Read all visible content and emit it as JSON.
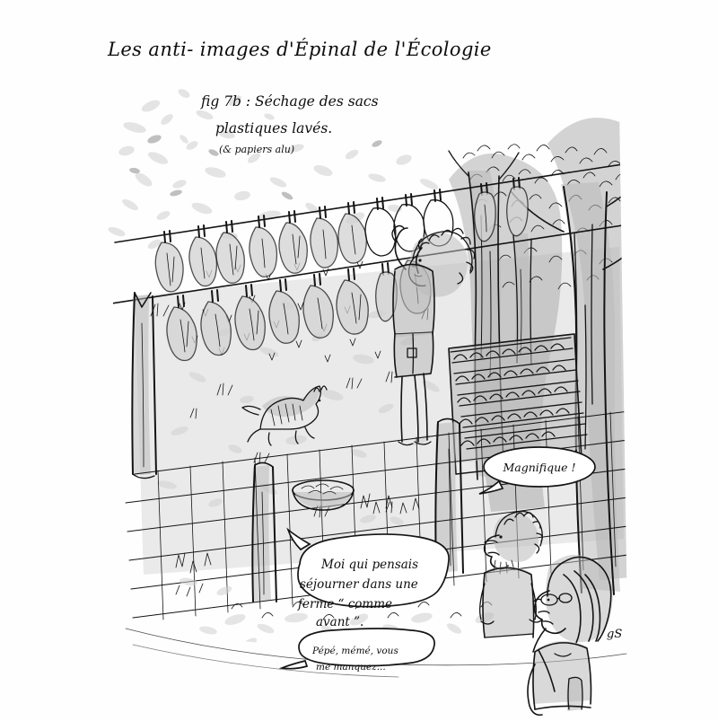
{
  "artwork": {
    "title": "Les anti- images d'Épinal de l'Écologie",
    "caption_line1": "fig 7b : Séchage des sacs",
    "caption_line2": "plastiques lavés.",
    "caption_line3": "(& papiers alu)",
    "signature": "gS",
    "medium": "pen-and-ink-with-grey-wash-cartoon",
    "background_color": "#ffffff",
    "ink_color": "#141414",
    "wash_color": "#b9b9b9"
  },
  "speech": {
    "bubble_magnifique": "Magnifique !",
    "bubble_main_line1": "Moi qui pensais",
    "bubble_main_line2": "séjourner dans une",
    "bubble_main_line3": "ferme “ comme",
    "bubble_main_line4": "avant ”.",
    "bubble_bottom_line1": "Pépé, mémé, vous",
    "bubble_bottom_line2": "me manquez..."
  },
  "scene": {
    "clothesline_upper_label": "upper clothesline",
    "clothesline_lower_label": "lower clothesline",
    "bags_upper_count": 14,
    "bags_lower_count": 9,
    "foil_sheets_count": 3,
    "figures": [
      {
        "name": "woman-hanging-bags",
        "role": "hanging washed plastic bags on the line"
      },
      {
        "name": "bearded-man",
        "role": "onlooker saying Magnifique"
      },
      {
        "name": "woman-with-glasses",
        "role": "visitor, foreground right"
      }
    ],
    "objects": [
      {
        "name": "cat",
        "label": "striped cat"
      },
      {
        "name": "woodpile",
        "label": "stacked firewood"
      },
      {
        "name": "wire-fence",
        "label": "wire mesh fence"
      },
      {
        "name": "basin",
        "label": "wash basin"
      },
      {
        "name": "fence-posts",
        "label": "wooden posts"
      },
      {
        "name": "trees",
        "label": "trees and hedge"
      }
    ]
  }
}
